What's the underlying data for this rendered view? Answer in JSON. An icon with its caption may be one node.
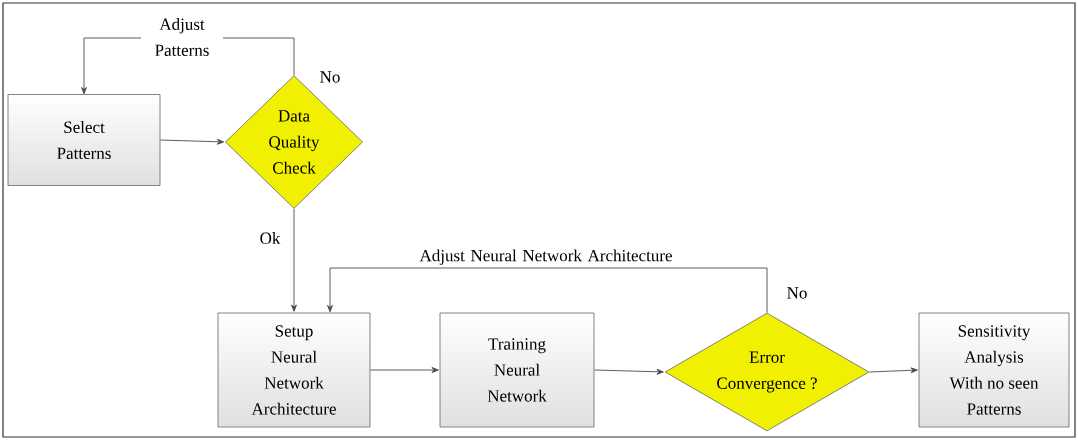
{
  "diagram": {
    "nodes": [
      {
        "text": [
          "Select Patterns"
        ]
      },
      {
        "text": [
          "Data Quality Check"
        ]
      },
      {
        "text": [
          "Setup Neural Network Architecture"
        ]
      },
      {
        "text": [
          "Training Neural Network"
        ]
      },
      {
        "text": [
          "Error Convergence ?"
        ]
      },
      {
        "text": [
          "Sensitivity Analysis With no seen Patterns"
        ]
      }
    ],
    "edges": [
      {
        "from": 0,
        "to": 1,
        "arrow": "to"
      },
      {
        "from": 1,
        "to": 0,
        "arrow": "to",
        "label": "Adjust Patterns"
      },
      {
        "from": 1,
        "to": 2,
        "arrow": "to",
        "label": "Ok"
      },
      {
        "from": 4,
        "to": 2,
        "arrow": "to",
        "label": "Adjust Neural Network Architecture"
      },
      {
        "from": 2,
        "to": 3,
        "arrow": "to"
      },
      {
        "from": 3,
        "to": 4,
        "arrow": "to"
      },
      {
        "from": 4,
        "to": 5,
        "arrow": "to"
      }
    ],
    "labels": [
      "No",
      "No"
    ]
  }
}
